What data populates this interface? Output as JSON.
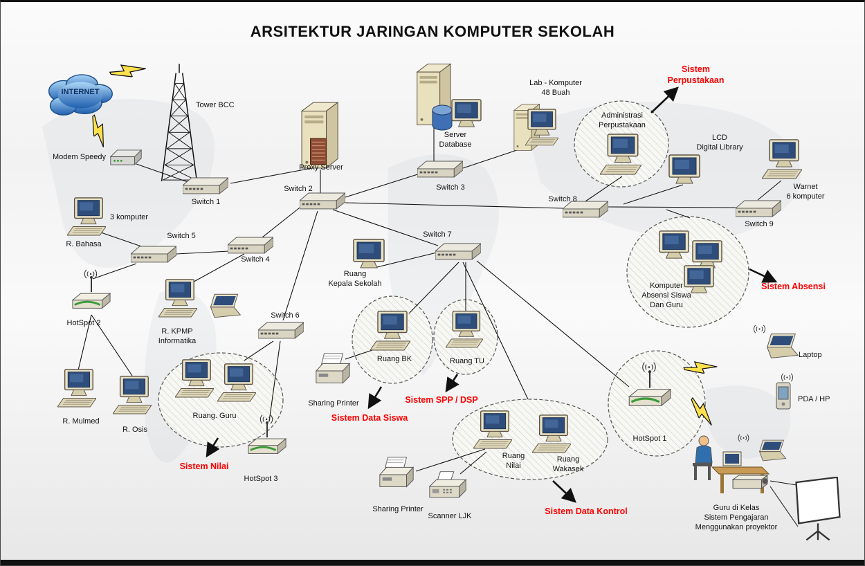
{
  "title": "ARSITEKTUR JARINGAN KOMPUTER SEKOLAH",
  "colors": {
    "accent_red": "#FF0000",
    "screen_blue": "#2e4d7b",
    "case_beige": "#e9e2c6",
    "cloud_blue": "#1f5fae",
    "bolt_yellow": "#ffe14d"
  },
  "labels": {
    "internet": "INTERNET",
    "tower_bcc": "Tower BCC",
    "modem_speedy": "Modem Speedy",
    "proxy_server": "Proxy Server",
    "server_database": "Server\nDatabase",
    "lab_komputer": "Lab - Komputer\n48 Buah",
    "switch_1": "Switch 1",
    "switch_2": "Switch 2",
    "switch_3": "Switch 3",
    "switch_4": "Switch 4",
    "switch_5": "Switch 5",
    "switch_6": "Switch 6",
    "switch_7": "Switch 7",
    "switch_8": "Switch 8",
    "switch_9": "Switch 9",
    "adm_perpustakaan": "Administrasi\nPerpustakaan",
    "lcd_digital_library": "LCD\nDigital Library",
    "warnet": "Warnet\n6 komputer",
    "tiga_komputer": "3 komputer",
    "r_bahasa": "R. Bahasa",
    "ruang_kepala_sekolah": "Ruang\nKepala Sekolah",
    "komputer_absensi": "Komputer\nAbsensi Siswa\nDan Guru",
    "hotspot_1": "HotSpot 1",
    "hotspot_2": "HotSpot 2",
    "hotspot_3": "HotSpot 3",
    "r_kpmp": "R. KPMP\nInformatika",
    "ruang_bk": "Ruang BK",
    "ruang_tu": "Ruang TU",
    "sharing_printer_1": "Sharing Printer",
    "ruang_guru": "Ruang. Guru",
    "r_mulmed": "R. Mulmed",
    "r_osis": "R. Osis",
    "ruang_nilai": "Ruang\nNilai",
    "ruang_wakasek": "Ruang\nWakasek",
    "sharing_printer_2": "Sharing Printer",
    "scanner_ljk": "Scanner LJK",
    "laptop": "Laptop",
    "pda_hp": "PDA / HP",
    "guru_di_kelas": "Guru di Kelas\nSistem Pengajaran\nMenggunakan proyektor"
  },
  "system_labels": {
    "perpustakaan": "Sistem\nPerpustakaan",
    "absensi": "Sistem Absensi",
    "data_siswa": "Sistem Data Siswa",
    "spp_dsp": "Sistem SPP / DSP",
    "nilai": "Sistem Nilai",
    "data_kontrol": "Sistem Data Kontrol"
  }
}
